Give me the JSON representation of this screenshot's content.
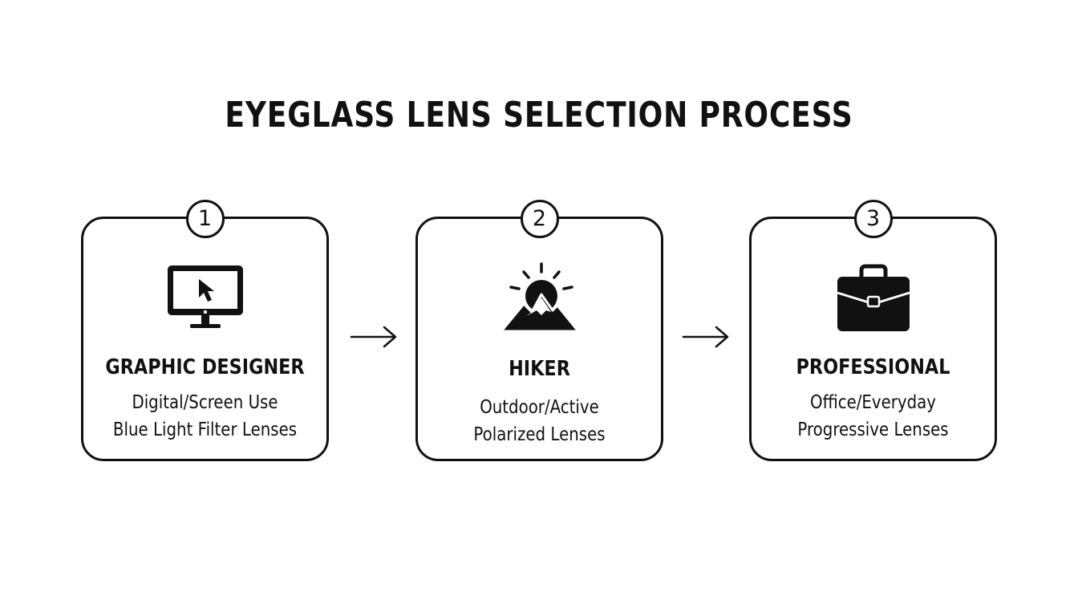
{
  "title": "EYEGLASS LENS SELECTION PROCESS",
  "steps": [
    {
      "number": "1",
      "icon": "monitor-cursor-icon",
      "title": "GRAPHIC DESIGNER",
      "line1": "Digital/Screen Use",
      "line2": "Blue Light Filter Lenses"
    },
    {
      "number": "2",
      "icon": "sun-mountain-icon",
      "title": "HIKER",
      "line1": "Outdoor/Active",
      "line2": "Polarized Lenses"
    },
    {
      "number": "3",
      "icon": "briefcase-icon",
      "title": "PROFESSIONAL",
      "line1": "Office/Everyday",
      "line2": "Progressive Lenses"
    }
  ],
  "colors": {
    "ink": "#111111",
    "background": "#ffffff"
  }
}
